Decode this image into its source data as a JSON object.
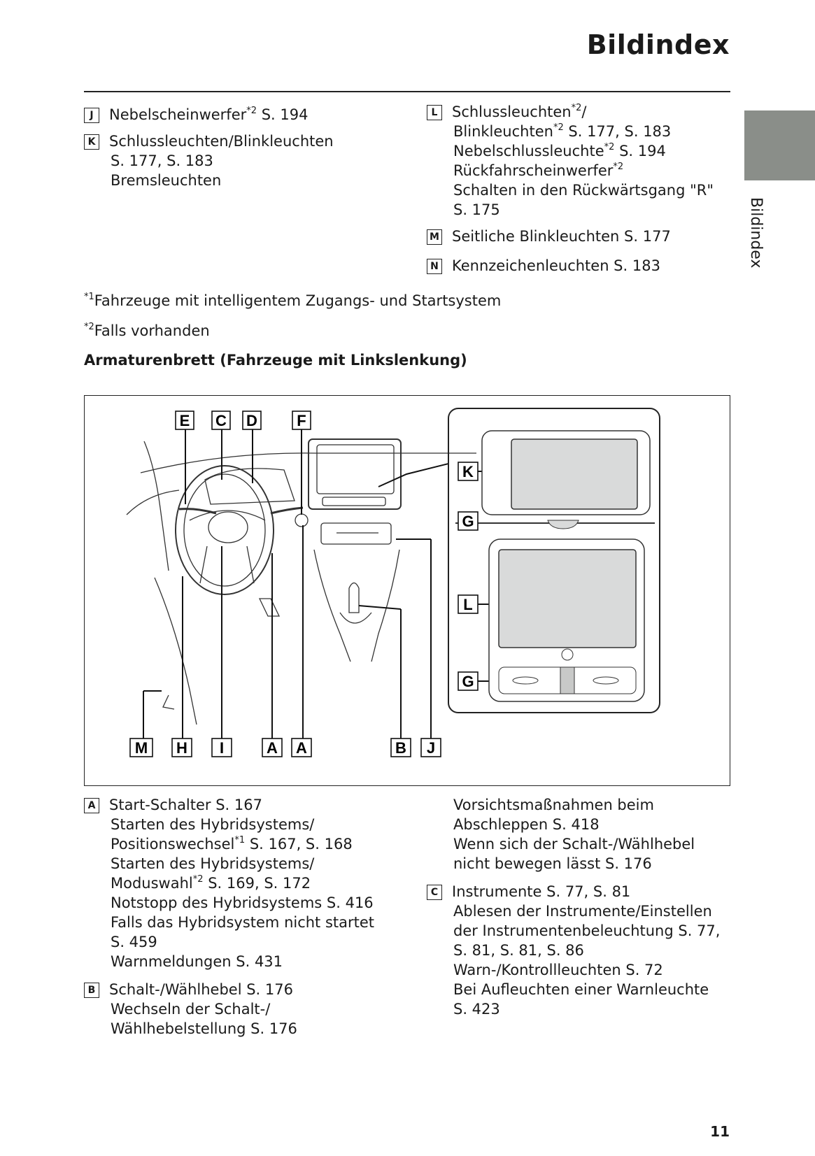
{
  "header": {
    "title": "Bildindex",
    "side_label": "Bildindex"
  },
  "top_left": [
    {
      "key": "J",
      "lines": [
        {
          "text": "Nebelscheinwerfer",
          "sup": "*2",
          "after": " S. 194"
        }
      ]
    },
    {
      "key": "K",
      "lines": [
        {
          "text": "Schlussleuchten/Blinkleuchten"
        },
        {
          "text": "S. 177, S. 183"
        },
        {
          "text": "Bremsleuchten"
        }
      ]
    }
  ],
  "top_right": [
    {
      "key": "L",
      "lines": [
        {
          "text": "Schlussleuchten",
          "sup": "*2",
          "after": "/"
        },
        {
          "text": "Blinkleuchten",
          "sup": "*2",
          "after": " S. 177, S. 183"
        },
        {
          "text": "Nebelschlussleuchte",
          "sup": "*2",
          "after": " S. 194"
        },
        {
          "text": "Rückfahrscheinwerfer",
          "sup": "*2",
          "after": ""
        },
        {
          "text": "Schalten in den Rückwärtsgang \"R\""
        },
        {
          "text": "S. 175"
        }
      ]
    },
    {
      "key": "M",
      "lines": [
        {
          "text": "Seitliche Blinkleuchten S. 177"
        }
      ]
    },
    {
      "key": "N",
      "lines": [
        {
          "text": "Kennzeichenleuchten S. 183"
        }
      ]
    }
  ],
  "notes": [
    {
      "sup": "*1",
      "text": "Fahrzeuge mit intelligentem Zugangs- und Startsystem"
    },
    {
      "sup": "*2",
      "text": "Falls vorhanden"
    }
  ],
  "section_title": "Armaturenbrett (Fahrzeuge mit Linkslenkung)",
  "figure_labels": {
    "top": [
      "E",
      "C",
      "D",
      "F"
    ],
    "bottom": [
      "M",
      "H",
      "I",
      "A",
      "A",
      "B",
      "J"
    ],
    "inset": [
      "K",
      "G",
      "L",
      "G"
    ]
  },
  "bottom_left": [
    {
      "key": "A",
      "lines": [
        {
          "text": "Start-Schalter S. 167"
        },
        {
          "text": "Starten des Hybridsystems/"
        },
        {
          "text": "Positionswechsel",
          "sup": "*1",
          "after": " S. 167, S. 168"
        },
        {
          "text": "Starten des Hybridsystems/"
        },
        {
          "text": "Moduswahl",
          "sup": "*2",
          "after": " S. 169, S. 172"
        },
        {
          "text": "Notstopp des Hybridsystems S. 416"
        },
        {
          "text": "Falls das Hybridsystem nicht startet"
        },
        {
          "text": "S. 459"
        },
        {
          "text": "Warnmeldungen S. 431"
        }
      ]
    },
    {
      "key": "B",
      "lines": [
        {
          "text": "Schalt-/Wählhebel S. 176"
        },
        {
          "text": "Wechseln der Schalt-/"
        },
        {
          "text": "Wählhebelstellung S. 176"
        }
      ]
    }
  ],
  "bottom_right_cont": [
    {
      "text": "Vorsichtsmaßnahmen beim"
    },
    {
      "text": "Abschleppen S. 418"
    },
    {
      "text": "Wenn sich der Schalt-/Wählhebel"
    },
    {
      "text": "nicht bewegen lässt S. 176"
    }
  ],
  "bottom_right": [
    {
      "key": "C",
      "lines": [
        {
          "text": "Instrumente S. 77, S. 81"
        },
        {
          "text": "Ablesen der Instrumente/Einstellen"
        },
        {
          "text": "der Instrumentenbeleuchtung S. 77,"
        },
        {
          "text": "S. 81, S. 81, S. 86"
        },
        {
          "text": "Warn-/Kontrollleuchten S. 72"
        },
        {
          "text": "Bei Aufleuchten einer Warnleuchte"
        },
        {
          "text": "S. 423"
        }
      ]
    }
  ],
  "page_number": "11"
}
